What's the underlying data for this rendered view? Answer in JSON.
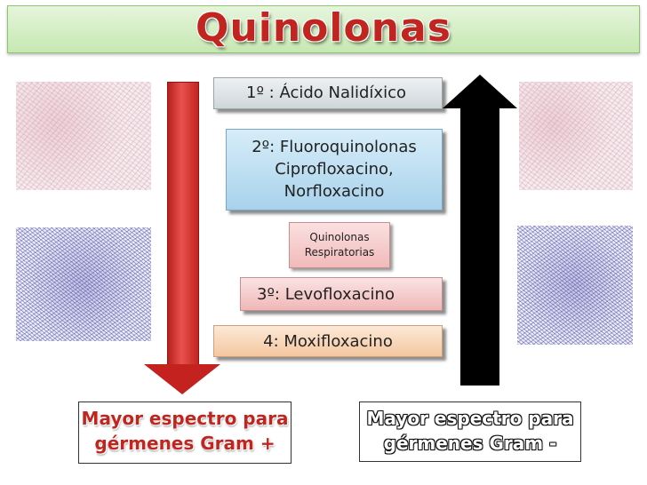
{
  "title": "Quinolonas",
  "steps": {
    "first": "1º : Ácido Nalidíxico",
    "second_line1": "2º: Fluoroquinolonas",
    "second_line2": "Ciprofloxacino,",
    "second_line3": "Norfloxacino",
    "respiratory_line1": "Quinolonas",
    "respiratory_line2": "Respiratorias",
    "third": "3º: Levofloxacino",
    "fourth": "4: Moxifloxacino"
  },
  "gram_positive": {
    "line1": "Mayor espectro para",
    "line2": "gérmenes Gram +"
  },
  "gram_negative": {
    "line1": "Mayor espectro para",
    "line2": "gérmenes Gram -"
  },
  "colors": {
    "title": "#c0261f",
    "red_arrow": "#c4221e",
    "black_arrow": "#000000"
  }
}
